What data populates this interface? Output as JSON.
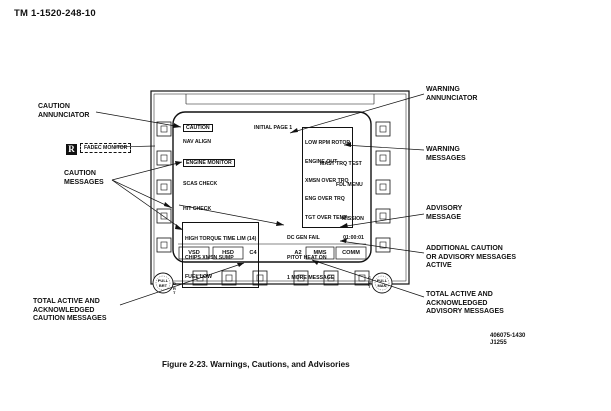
{
  "header": {
    "tm_number": "TM 1-1520-248-10"
  },
  "callouts": {
    "caution_annunciator": "CAUTION\nANNUNCIATOR",
    "caution_messages": "CAUTION\nMESSAGES",
    "total_caution": "TOTAL ACTIVE AND\nACKNOWLEDGED\nCAUTION MESSAGES",
    "warning_annunciator": "WARNING\nANNUNCIATOR",
    "warning_messages": "WARNING\nMESSAGES",
    "advisory_message": "ADVISORY\nMESSAGE",
    "additional_messages": "ADDITIONAL CAUTION\nOR ADVISORY MESSAGES\nACTIVE",
    "total_advisory": "TOTAL ACTIVE AND\nACKNOWLEDGED\nADVISORY MESSAGES"
  },
  "r_badge": "R",
  "fadec_monitor": "FADEC MONITOR",
  "screen": {
    "caution_annunciator": "CAUTION",
    "page_title": "INITIAL PAGE 1",
    "nav_align": "NAV ALIGN",
    "engine_monitor": "ENGINE MONITOR",
    "scas_check": "SCAS CHECK",
    "hit_check": "HIT CHECK",
    "fdl_menu": "FDL MENU",
    "mission": "MISSION",
    "mission_time": "01:00:01",
    "mast_trq_test": "MAST TRQ TEST",
    "warning_messages": [
      "LOW RPM ROTOR",
      "ENGINE OUT",
      "XMSN OVER TRQ",
      "ENG OVER TRQ",
      "TGT OVER TEMP"
    ],
    "caution_messages": [
      "HIGH TORQUE TIME LIM (14)",
      "CHIPS XMSN SUMP",
      "FUEL LOW"
    ],
    "advisory_messages": [
      "DC GEN FAIL",
      "PITOT HEAT ON"
    ],
    "more_message": "1 MORE MESSAGE",
    "softkeys": [
      "VSD",
      "HSD",
      "MMS",
      "COMM"
    ],
    "caution_count": "C4",
    "advisory_count": "A2"
  },
  "knobs": {
    "left_label": "PULL\nBRT",
    "left_letters": [
      "B",
      "R",
      "T"
    ],
    "right_label": "PULL\nMAN",
    "right_letters": [
      "C",
      "N",
      "T"
    ]
  },
  "figure_id": "406075-1430\nJ1255",
  "caption": "Figure 2-23.   Warnings, Cautions, and Advisories"
}
